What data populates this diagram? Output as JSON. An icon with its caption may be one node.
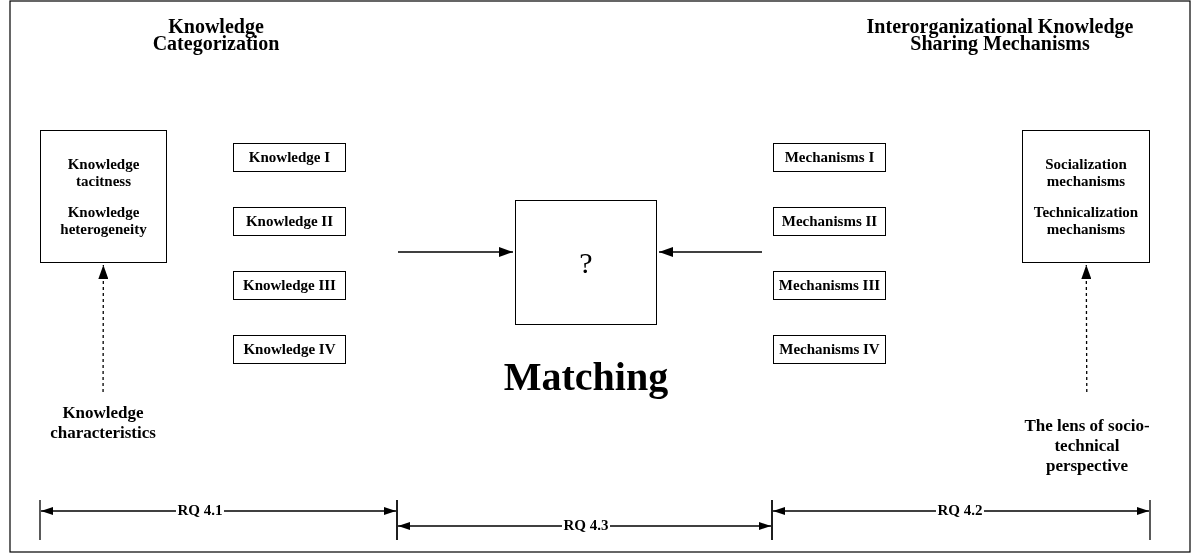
{
  "diagram": {
    "nodes": [
      {
        "text": [
          "Knowledge tacitness",
          "Knowledge heterogeneity"
        ]
      },
      {
        "text": [
          "Knowledge I"
        ]
      },
      {
        "text": [
          "Knowledge II"
        ]
      },
      {
        "text": [
          "Knowledge III"
        ]
      },
      {
        "text": [
          "Knowledge IV"
        ]
      },
      {
        "text": [
          "?"
        ]
      },
      {
        "text": [
          "Mechanisms I"
        ]
      },
      {
        "text": [
          "Mechanisms II"
        ]
      },
      {
        "text": [
          "Mechanisms III"
        ]
      },
      {
        "text": [
          "Mechanisms IV"
        ]
      },
      {
        "text": [
          "Socialization mechanisms",
          "Technicalization mechanisms"
        ]
      },
      {
        "text": [
          "Knowledge characteristics"
        ]
      },
      {
        "text": [
          "The lens of socio-technical perspective"
        ]
      }
    ],
    "edges": [
      {
        "from": null,
        "to": 5,
        "arrow": "to"
      },
      {
        "from": null,
        "to": 5,
        "arrow": "to"
      },
      {
        "from": 11,
        "to": 0,
        "arrow": "to",
        "style": "dashed"
      },
      {
        "from": 12,
        "to": 10,
        "arrow": "to",
        "style": "dashed"
      }
    ],
    "labels": [
      "Knowledge Categorization",
      "Interorganizational Knowledge Sharing Mechanisms",
      "Matching",
      "RQ 4.1",
      "RQ 4.3",
      "RQ 4.2"
    ]
  }
}
